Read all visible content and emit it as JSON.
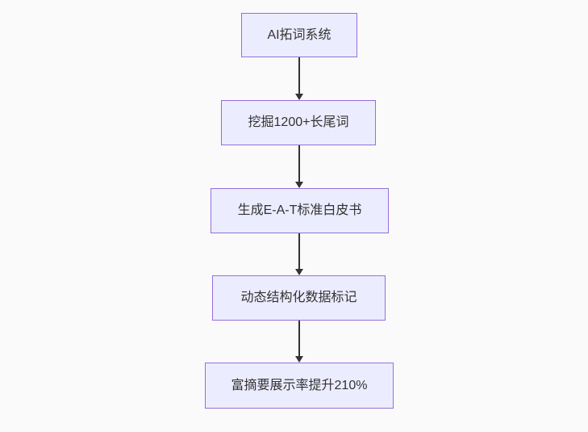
{
  "flowchart": {
    "type": "vertical-flowchart",
    "background_color": "#fafafa",
    "node_fill_color": "#ececff",
    "node_border_color": "#9370db",
    "arrow_color": "#333333",
    "text_color": "#333333",
    "nodes": [
      {
        "id": "n1",
        "label": "AI拓词系统"
      },
      {
        "id": "n2",
        "label": "挖掘1200+长尾词"
      },
      {
        "id": "n3",
        "label": "生成E-A-T标准白皮书"
      },
      {
        "id": "n4",
        "label": "动态结构化数据标记"
      },
      {
        "id": "n5",
        "label": "富摘要展示率提升210%"
      }
    ],
    "edges": [
      {
        "from": "n1",
        "to": "n2"
      },
      {
        "from": "n2",
        "to": "n3"
      },
      {
        "from": "n3",
        "to": "n4"
      },
      {
        "from": "n4",
        "to": "n5"
      }
    ]
  }
}
